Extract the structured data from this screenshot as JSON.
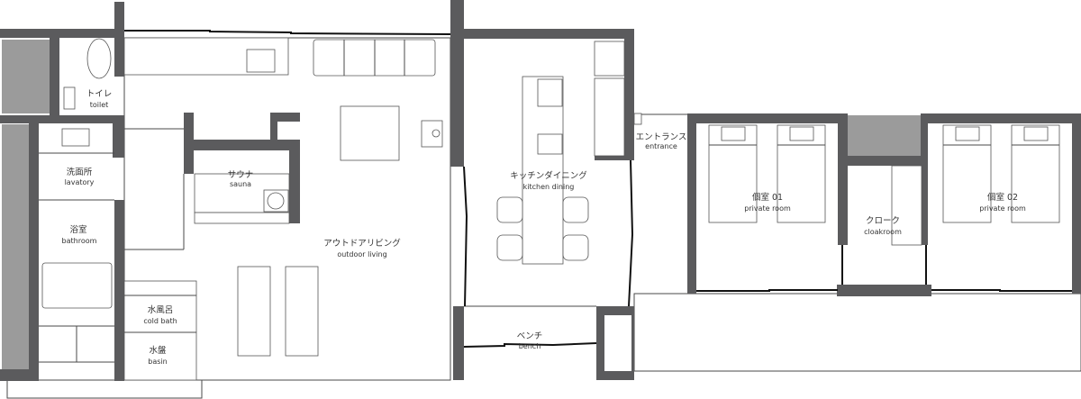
{
  "rooms": {
    "toilet": {
      "jp": "トイレ",
      "en": "toilet"
    },
    "lavatory": {
      "jp": "洗面所",
      "en": "lavatory"
    },
    "bathroom": {
      "jp": "浴室",
      "en": "bathroom"
    },
    "sauna": {
      "jp": "サウナ",
      "en": "sauna"
    },
    "outdoor_living": {
      "jp": "アウトドアリビング",
      "en": "outdoor living"
    },
    "cold_bath": {
      "jp": "水風呂",
      "en": "cold bath"
    },
    "basin": {
      "jp": "水盤",
      "en": "basin"
    },
    "kitchen_dining": {
      "jp": "キッチンダイニング",
      "en": "kitchen dining"
    },
    "bench": {
      "jp": "ベンチ",
      "en": "bench"
    },
    "entrance": {
      "jp": "エントランス",
      "en": "entrance"
    },
    "private_room_01": {
      "jp": "個室 01",
      "en": "private room"
    },
    "cloakroom": {
      "jp": "クローク",
      "en": "cloakroom"
    },
    "private_room_02": {
      "jp": "個室 02",
      "en": "private room"
    }
  },
  "colors": {
    "wall": "#5b5b5d",
    "void": "#9b9b9b"
  }
}
